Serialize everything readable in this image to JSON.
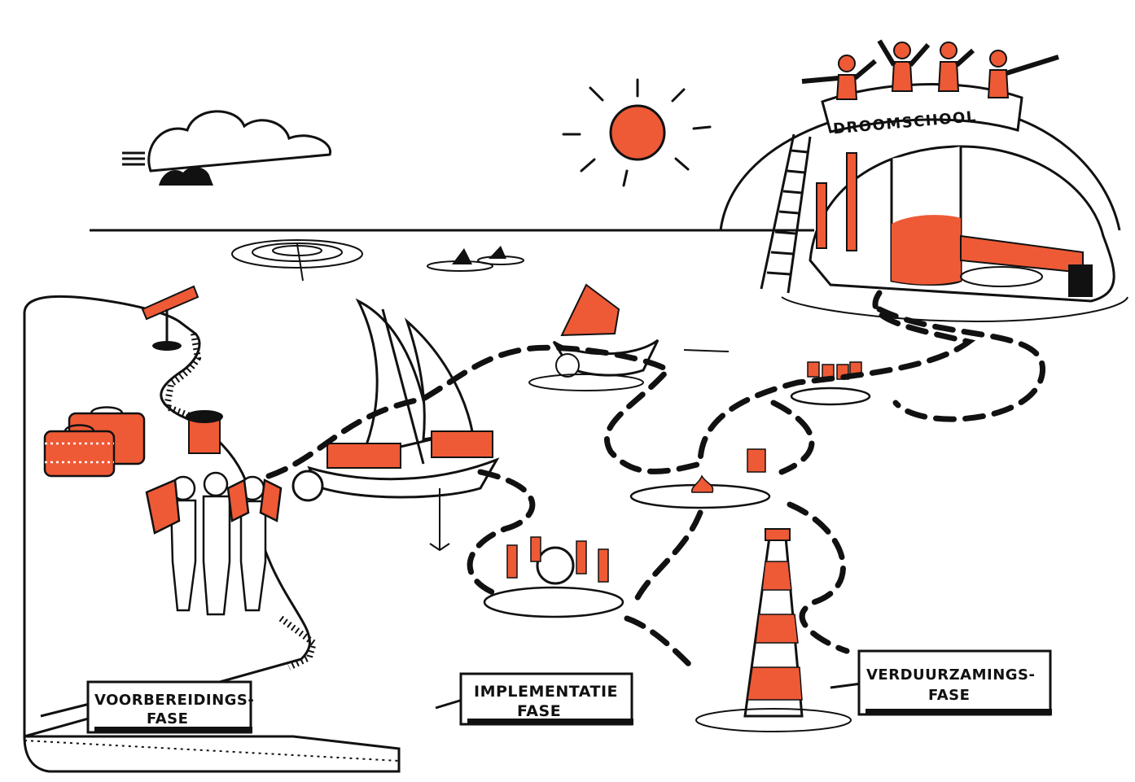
{
  "colors": {
    "accent": "#ee5a36",
    "ink": "#111111",
    "paper": "#ffffff"
  },
  "sign": {
    "text": "DROOMSCHOOL"
  },
  "phases": [
    {
      "line1": "VOORBEREIDINGS-",
      "line2": "FASE"
    },
    {
      "line1": "IMPLEMENTATIE",
      "line2": "FASE"
    },
    {
      "line1": "VERDUURZAMINGS-",
      "line2": "FASE"
    }
  ]
}
